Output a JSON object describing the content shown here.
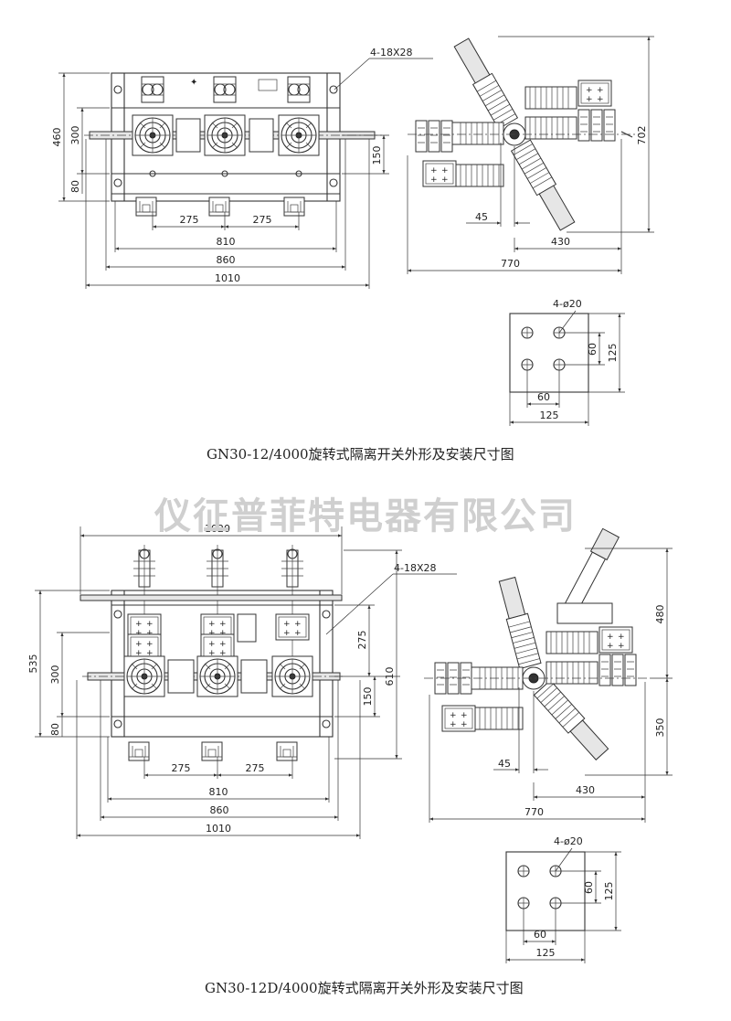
{
  "drawing_top": {
    "front_view": {
      "hole_note": "4-18X28",
      "dim_460": "460",
      "dim_300": "300",
      "dim_80": "80",
      "dim_150": "150",
      "dim_275_left": "275",
      "dim_275_right": "275",
      "dim_810": "810",
      "dim_860": "860",
      "dim_1010": "1010"
    },
    "side_view": {
      "dim_702": "702",
      "dim_45": "45",
      "dim_430": "430",
      "dim_770": "770"
    },
    "hole_pattern": {
      "note": "4-ø20",
      "dim_60_v": "60",
      "dim_125_v": "125",
      "dim_60_h": "60",
      "dim_125_h": "125"
    },
    "caption": "GN30-12/4000旋转式隔离开关外形及安装尺寸图"
  },
  "watermark": "仪征普菲特电器有限公司",
  "drawing_bottom": {
    "front_view": {
      "dim_1020": "1020",
      "hole_note": "4-18X28",
      "dim_535": "535",
      "dim_300": "300",
      "dim_80": "80",
      "dim_275_v": "275",
      "dim_150": "150",
      "dim_610": "610",
      "dim_275_left": "275",
      "dim_275_right": "275",
      "dim_810": "810",
      "dim_860": "860",
      "dim_1010": "1010"
    },
    "side_view": {
      "dim_480": "480",
      "dim_350": "350",
      "dim_45": "45",
      "dim_430": "430",
      "dim_770": "770"
    },
    "hole_pattern": {
      "note": "4-ø20",
      "dim_60_v": "60",
      "dim_125_v": "125",
      "dim_60_h": "60",
      "dim_125_h": "125"
    },
    "caption": "GN30-12D/4000旋转式隔离开关外形及安装尺寸图"
  }
}
